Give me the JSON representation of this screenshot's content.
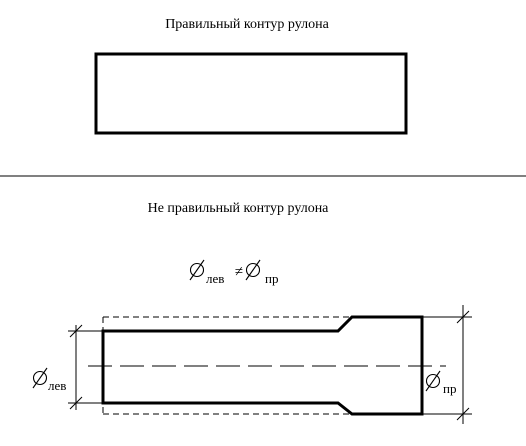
{
  "correct": {
    "title": "Правильный контур рулона"
  },
  "incorrect": {
    "title": "Не правильный контур рулона",
    "formula": {
      "left_subscript": "лев",
      "sign": "≠",
      "right_subscript": "пр"
    },
    "left_dimension_subscript": "лев",
    "right_dimension_subscript": "пр"
  }
}
